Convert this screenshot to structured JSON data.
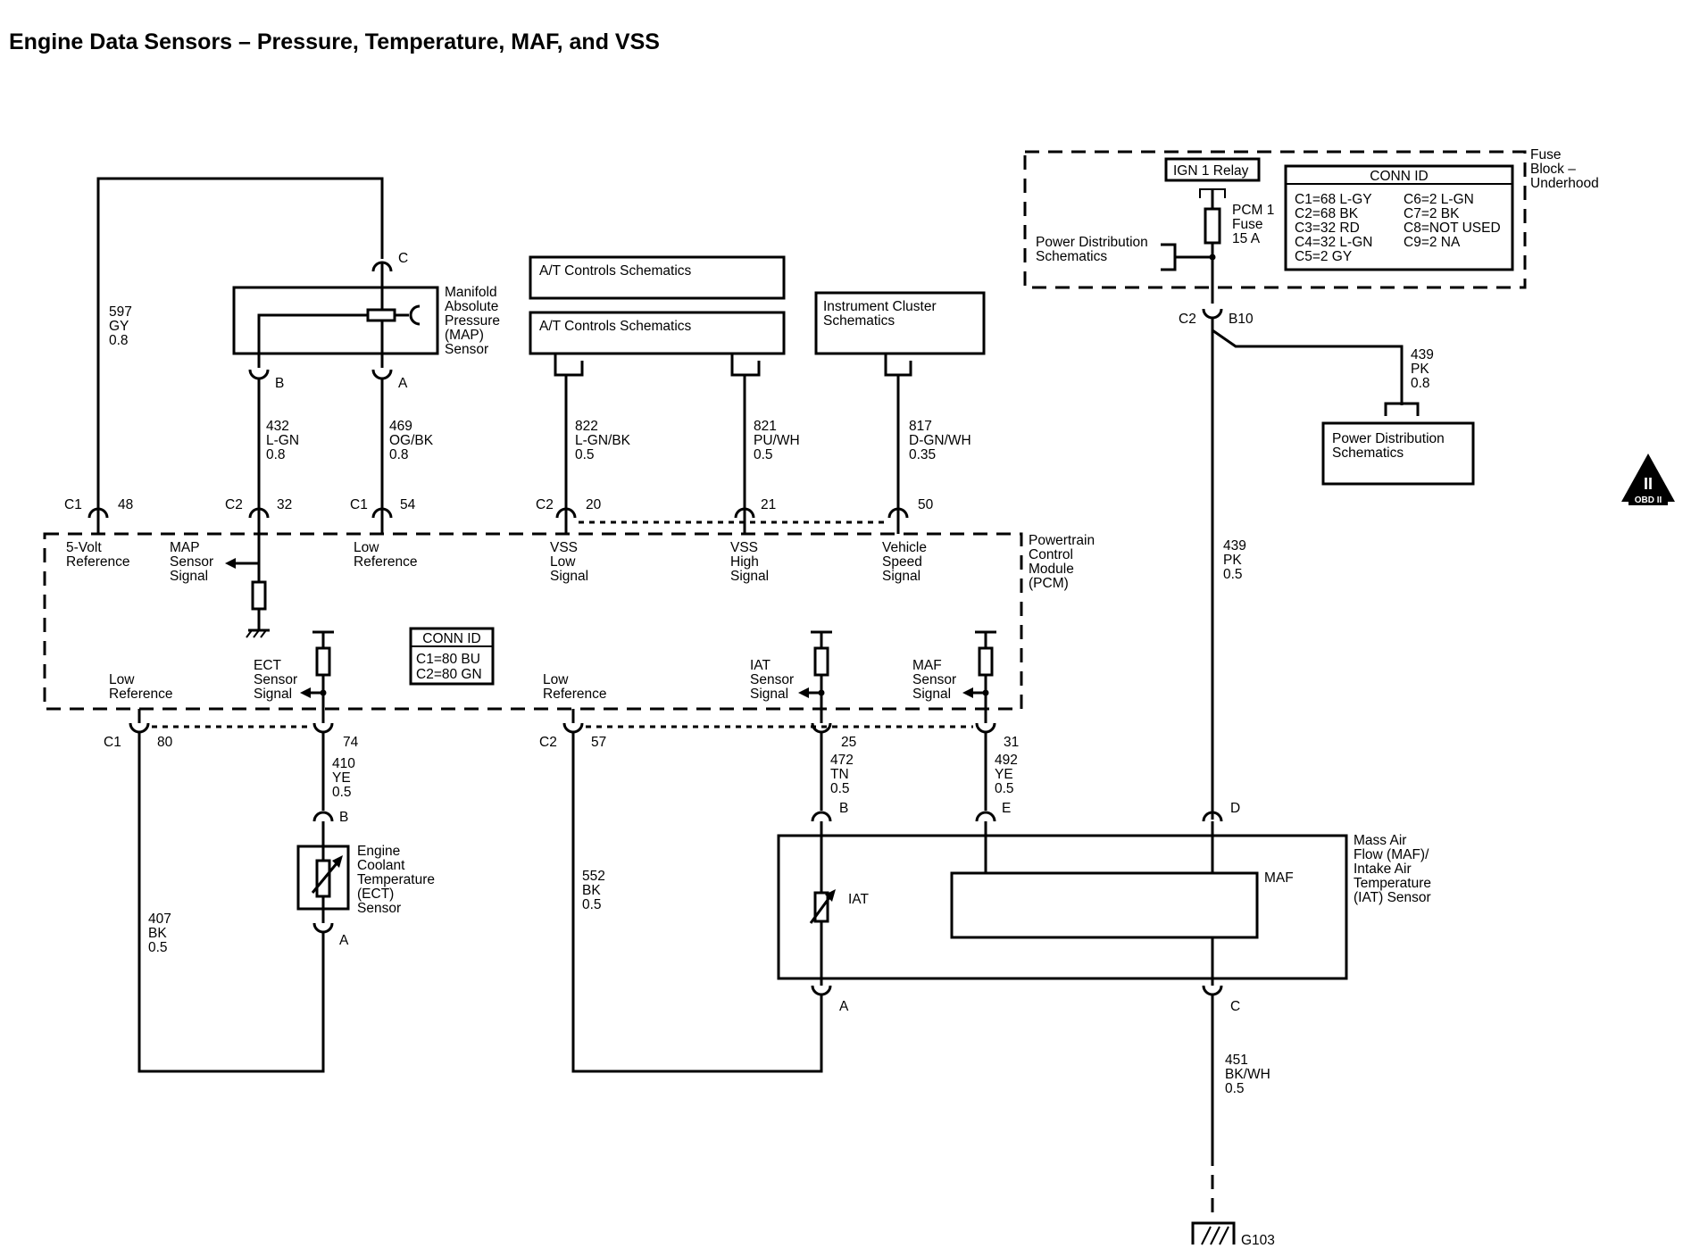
{
  "title": "Engine Data Sensors – Pressure, Temperature, MAF, and VSS",
  "connectors": {
    "c": "C",
    "a": "A",
    "b": "B",
    "d": "D",
    "e": "E",
    "c1": "C1",
    "c2": "C2",
    "b10": "B10"
  },
  "pins": {
    "p48": "48",
    "p32": "32",
    "p54": "54",
    "p20": "20",
    "p21": "21",
    "p50": "50",
    "p80": "80",
    "p74": "74",
    "p57": "57",
    "p25": "25",
    "p31": "31"
  },
  "wires": {
    "w597": {
      "circuit": "597",
      "color": "GY",
      "size": "0.8"
    },
    "w432": {
      "circuit": "432",
      "color": "L-GN",
      "size": "0.8"
    },
    "w469": {
      "circuit": "469",
      "color": "OG/BK",
      "size": "0.8"
    },
    "w822": {
      "circuit": "822",
      "color": "L-GN/BK",
      "size": "0.5"
    },
    "w821": {
      "circuit": "821",
      "color": "PU/WH",
      "size": "0.5"
    },
    "w817": {
      "circuit": "817",
      "color": "D-GN/WH",
      "size": "0.35"
    },
    "w439a": {
      "circuit": "439",
      "color": "PK",
      "size": "0.8"
    },
    "w439b": {
      "circuit": "439",
      "color": "PK",
      "size": "0.5"
    },
    "w410": {
      "circuit": "410",
      "color": "YE",
      "size": "0.5"
    },
    "w472": {
      "circuit": "472",
      "color": "TN",
      "size": "0.5"
    },
    "w492": {
      "circuit": "492",
      "color": "YE",
      "size": "0.5"
    },
    "w407": {
      "circuit": "407",
      "color": "BK",
      "size": "0.5"
    },
    "w552": {
      "circuit": "552",
      "color": "BK",
      "size": "0.5"
    },
    "w451": {
      "circuit": "451",
      "color": "BK/WH",
      "size": "0.5"
    }
  },
  "components": {
    "map_sensor": [
      "Manifold",
      "Absolute",
      "Pressure",
      "(MAP)",
      "Sensor"
    ],
    "ect_sensor": [
      "Engine",
      "Coolant",
      "Temperature",
      "(ECT)",
      "Sensor"
    ],
    "maf_sensor": [
      "Mass Air",
      "Flow (MAF)/",
      "Intake Air",
      "Temperature",
      "(IAT) Sensor"
    ],
    "pcm": [
      "Powertrain",
      "Control",
      "Module",
      "(PCM)"
    ],
    "fuse_block": [
      "Fuse",
      "Block –",
      "Underhood"
    ],
    "maf_element": "MAF",
    "iat_element": "IAT",
    "ground": "G103"
  },
  "ref_boxes": {
    "at1": "A/T Controls Schematics",
    "at2": "A/T Controls Schematics",
    "ic": [
      "Instrument Cluster",
      "Schematics"
    ],
    "pd_right": [
      "Power Distribution",
      "Schematics"
    ],
    "pd_left": [
      "Power Distribution",
      "Schematics"
    ]
  },
  "fuse_area": {
    "relay": "IGN 1 Relay",
    "fuse": [
      "PCM 1",
      "Fuse",
      "15 A"
    ]
  },
  "fuse_conn_id": {
    "title": "CONN ID",
    "left": [
      "C1=68 L-GY",
      "C2=68 BK",
      "C3=32 RD",
      "C4=32 L-GN",
      "C5=2 GY"
    ],
    "right": [
      "C6=2 L-GN",
      "C7=2 BK",
      "C8=NOT USED",
      "C9=2 NA"
    ]
  },
  "pcm_conn_id": {
    "title": "CONN ID",
    "rows": [
      "C1=80 BU",
      "C2=80 GN"
    ]
  },
  "pcm_labels": {
    "five_volt": [
      "5-Volt",
      "Reference"
    ],
    "map_signal": [
      "MAP",
      "Sensor",
      "Signal"
    ],
    "low_ref_top": [
      "Low",
      "Reference"
    ],
    "vss_low": [
      "VSS",
      "Low",
      "Signal"
    ],
    "vss_high": [
      "VSS",
      "High",
      "Signal"
    ],
    "vehicle_speed": [
      "Vehicle",
      "Speed",
      "Signal"
    ],
    "low_ref_b1": [
      "Low",
      "Reference"
    ],
    "ect_signal": [
      "ECT",
      "Sensor",
      "Signal"
    ],
    "low_ref_b2": [
      "Low",
      "Reference"
    ],
    "iat_signal": [
      "IAT",
      "Sensor",
      "Signal"
    ],
    "maf_signal": [
      "MAF",
      "Sensor",
      "Signal"
    ]
  },
  "obd": "OBD II",
  "obd_numeral": "II"
}
